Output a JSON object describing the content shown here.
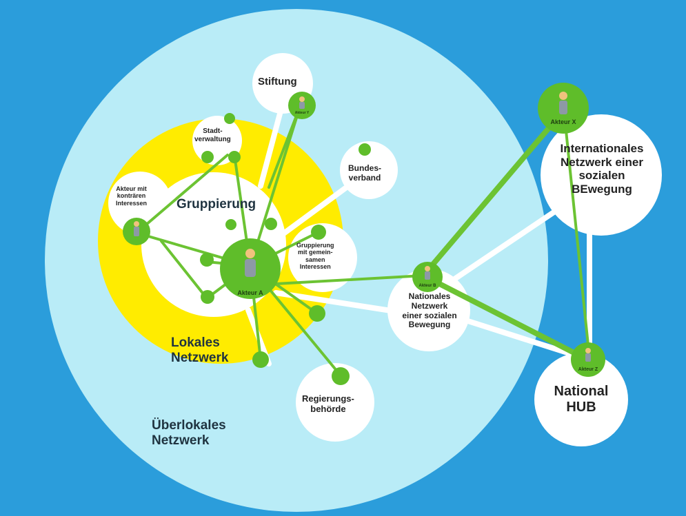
{
  "regions": {
    "ueberlokal": [
      "Überlokales",
      "Netzwerk"
    ],
    "lokal": [
      "Lokales",
      "Netzwerk"
    ],
    "gruppierung": "Gruppierung"
  },
  "nodes": {
    "stiftung": "Stiftung",
    "stadtverwaltung": [
      "Stadt-",
      "verwaltung"
    ],
    "akteur_kontraer": [
      "Akteur mit",
      "konträren",
      "Interessen"
    ],
    "bundesverband": [
      "Bundes-",
      "verband"
    ],
    "gruppierung_gemein": [
      "Gruppierung",
      "mit gemein-",
      "samen",
      "Interessen"
    ],
    "regierung": [
      "Regierungs-",
      "behörde"
    ],
    "nationales": [
      "Nationales",
      "Netzwerk",
      "einer sozialen",
      "Bewegung"
    ],
    "internationales": [
      "Internationales",
      "Netzwerk einer",
      "sozialen",
      "BEwegung"
    ],
    "national_hub": [
      "National",
      "HUB"
    ]
  },
  "actors": {
    "a": "Akteur A",
    "b": "Akteur B",
    "x": "Akteur X",
    "y": "Akteur Y",
    "z": "Akteur Z"
  },
  "colors": {
    "background": "#2b9ddb",
    "outer_circle": "#b9ecf7",
    "local_ring": "#ffec00",
    "node_white": "#ffffff",
    "actor_green": "#5fbd2a",
    "link_green": "#6cc333",
    "link_white": "#ffffff"
  }
}
